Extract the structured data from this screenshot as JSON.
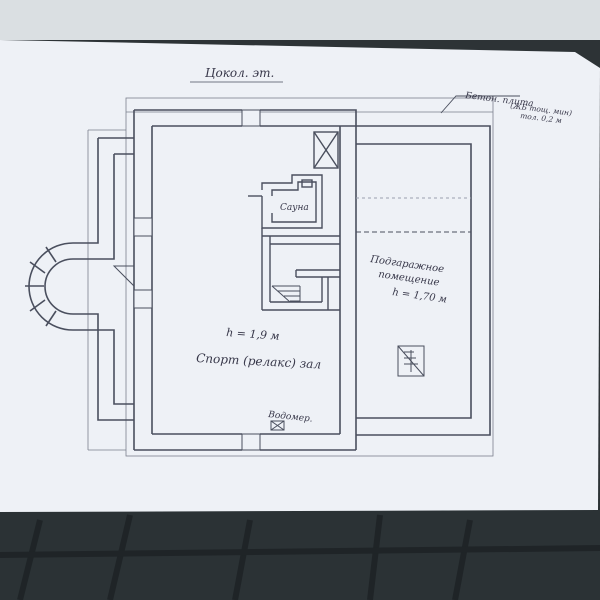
{
  "plan": {
    "title": "Цокол. эт.",
    "slab_note": [
      "Бетон. плита",
      "(ЖБ тощ. мин)",
      "тол. 0,2 м"
    ],
    "rooms": {
      "sauna": {
        "label": "Сауна"
      },
      "garage_basement": {
        "line1": "Подгаражное",
        "line2": "помещение",
        "height": "h = 1,70 м"
      },
      "sport_hall": {
        "height": "h = 1,9 м",
        "label": "Спорт (релакс) зал"
      },
      "water_meter": {
        "label": "Водомер."
      }
    }
  },
  "colors": {
    "wall": "#4a4f5e",
    "ink": "#38384a",
    "paper": "#f2f4f8",
    "background_wall": "#d9dde0",
    "cloth": "#2d3336"
  }
}
